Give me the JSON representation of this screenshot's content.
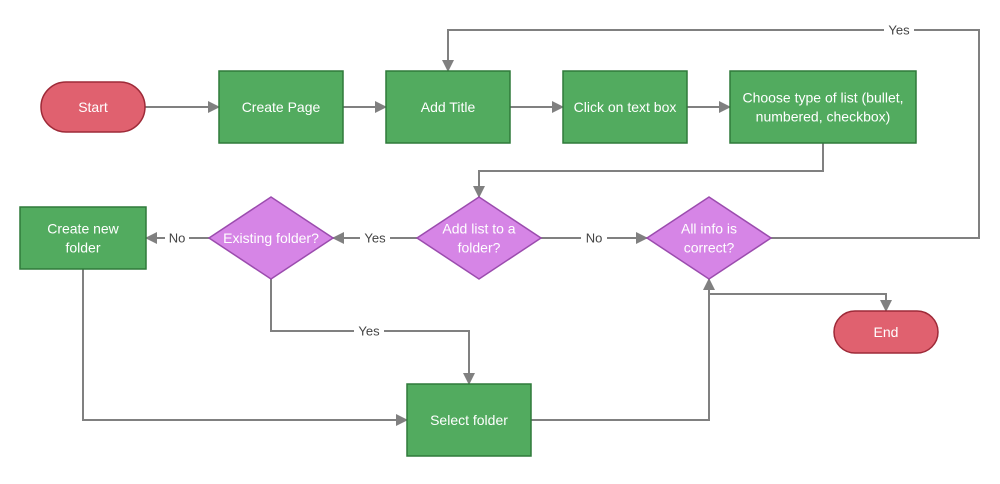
{
  "colors": {
    "terminal_fill": "#e0616f",
    "terminal_stroke": "#9e2a38",
    "process_fill": "#52ab5f",
    "process_stroke": "#2f7a3a",
    "decision_fill": "#d685e6",
    "decision_stroke": "#9b4cae",
    "edge": "#808080"
  },
  "nodes": {
    "start": {
      "shape": "terminal",
      "lines": [
        "Start"
      ]
    },
    "create_page": {
      "shape": "process",
      "lines": [
        "Create Page"
      ]
    },
    "add_title": {
      "shape": "process",
      "lines": [
        "Add Title"
      ]
    },
    "click_text_box": {
      "shape": "process",
      "lines": [
        "Click on text box"
      ]
    },
    "choose_list_type": {
      "shape": "process",
      "lines": [
        "Choose type of list (bullet,",
        "numbered, checkbox)"
      ]
    },
    "add_list_to_folder": {
      "shape": "decision",
      "lines": [
        "Add list to a",
        "folder?"
      ]
    },
    "existing_folder": {
      "shape": "decision",
      "lines": [
        "Existing folder?"
      ]
    },
    "create_new_folder": {
      "shape": "process",
      "lines": [
        "Create new",
        "folder"
      ]
    },
    "all_info_correct": {
      "shape": "decision",
      "lines": [
        "All info is",
        "correct?"
      ]
    },
    "select_folder": {
      "shape": "process",
      "lines": [
        "Select folder"
      ]
    },
    "end": {
      "shape": "terminal",
      "lines": [
        "End"
      ]
    }
  },
  "edges": [
    {
      "from": "start",
      "to": "create_page",
      "label": ""
    },
    {
      "from": "create_page",
      "to": "add_title",
      "label": ""
    },
    {
      "from": "add_title",
      "to": "click_text_box",
      "label": ""
    },
    {
      "from": "click_text_box",
      "to": "choose_list_type",
      "label": ""
    },
    {
      "from": "choose_list_type",
      "to": "add_list_to_folder",
      "label": ""
    },
    {
      "from": "add_list_to_folder",
      "to": "existing_folder",
      "label": "Yes"
    },
    {
      "from": "add_list_to_folder",
      "to": "all_info_correct",
      "label": "No"
    },
    {
      "from": "existing_folder",
      "to": "create_new_folder",
      "label": "No"
    },
    {
      "from": "existing_folder",
      "to": "select_folder",
      "label": "Yes"
    },
    {
      "from": "create_new_folder",
      "to": "select_folder",
      "label": ""
    },
    {
      "from": "select_folder",
      "to": "all_info_correct",
      "label": ""
    },
    {
      "from": "all_info_correct",
      "to": "add_title",
      "label": "Yes"
    },
    {
      "from": "all_info_correct",
      "to": "end",
      "label": ""
    }
  ]
}
